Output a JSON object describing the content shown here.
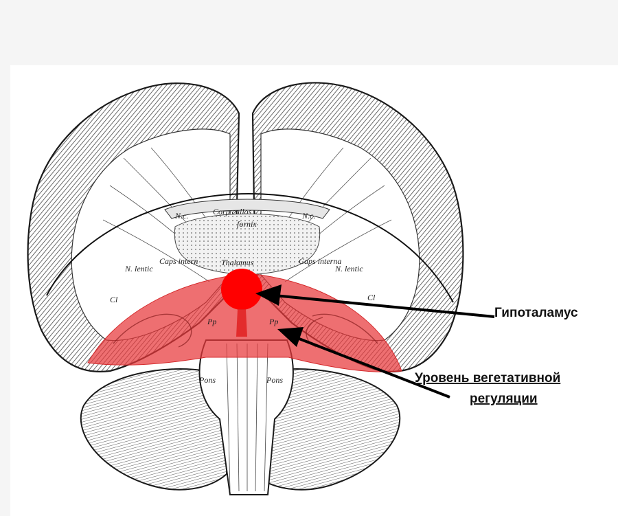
{
  "labels": {
    "hypothalamus": "Гипоталамус",
    "vegetative_line1": "Уровень вегетативной",
    "vegetative_line2": "регуляции"
  },
  "anatomy_labels": {
    "corp_callos": "Corp callos",
    "fornix": "fornix",
    "nc_left": "N.c.",
    "nc_right": "N.c.",
    "thalamus": "Thalamus",
    "caps_int_left": "Caps intern",
    "caps_int_right": "Caps interna",
    "n_lentic_left": "N. lentic",
    "n_lentic_right": "N. lentic",
    "cl_left": "Cl",
    "cl_right": "Cl",
    "pp_left": "Pp",
    "pp_right": "Pp",
    "pons_left": "Pons",
    "pons_right": "Pons"
  },
  "colors": {
    "region_fill": "#e8383a",
    "hypothalamus_fill": "#ff0000",
    "arrow": "#000000",
    "outline": "#1a1a1a"
  }
}
